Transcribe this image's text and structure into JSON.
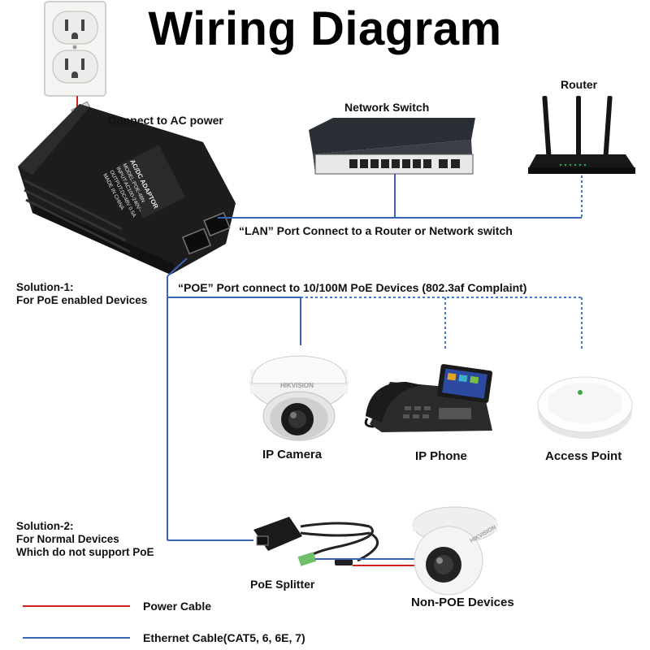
{
  "title": "Wiring Diagram",
  "labels": {
    "ac_power": "Connect to AC power",
    "network_switch": "Network Switch",
    "router": "Router",
    "lan_port": "“LAN” Port Connect to a Router or Network switch",
    "poe_port": "“POE” Port connect to 10/100M PoE Devices (802.3af Complaint)"
  },
  "solution1": {
    "line1": "Solution-1:",
    "line2": "For PoE enabled Devices"
  },
  "solution2": {
    "line1": "Solution-2:",
    "line2": "For Normal Devices",
    "line3": "Which do not support PoE"
  },
  "devices": {
    "ip_camera": "IP Camera",
    "ip_phone": "IP Phone",
    "access_point": "Access Point",
    "poe_splitter": "PoE Splitter",
    "non_poe": "Non-POE Devices"
  },
  "legend": {
    "power": "Power Cable",
    "ethernet": "Ethernet Cable(CAT5, 6, 6E, 7)"
  },
  "colors": {
    "power_cable": "#cc2222",
    "ethernet_cable": "#3a64b8",
    "dotted_cable": "#4a78c8"
  },
  "adapter_text": [
    "AC/DC ADAPTOR",
    "MODEL:POE-48N",
    "INPUT:AC100-240V~",
    "OUTPUT:DC48V  0.5A",
    "MADE IN CHINA"
  ],
  "camera_brand": "HIKVISION"
}
